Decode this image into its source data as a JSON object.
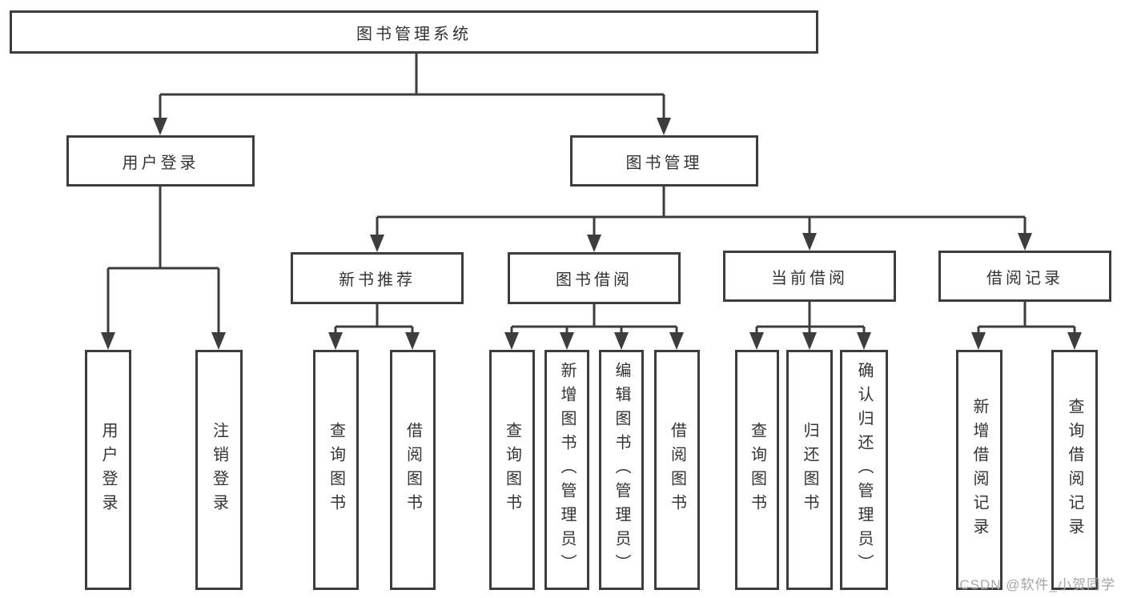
{
  "tree": {
    "root": {
      "label": "图书管理系统"
    },
    "branches": [
      {
        "label": "用户登录",
        "children": [
          {
            "label": "用户登录"
          },
          {
            "label": "注销登录"
          }
        ]
      },
      {
        "label": "图书管理",
        "groups": [
          {
            "label": "新书推荐",
            "children": [
              {
                "label": "查询图书"
              },
              {
                "label": "借阅图书"
              }
            ]
          },
          {
            "label": "图书借阅",
            "children": [
              {
                "label": "查询图书"
              },
              {
                "label": "新增图书（管理员）"
              },
              {
                "label": "编辑图书（管理员）"
              },
              {
                "label": "借阅图书"
              }
            ]
          },
          {
            "label": "当前借阅",
            "children": [
              {
                "label": "查询图书"
              },
              {
                "label": "归还图书"
              },
              {
                "label": "确认归还（管理员）"
              }
            ]
          },
          {
            "label": "借阅记录",
            "children": [
              {
                "label": "新增借阅记录"
              },
              {
                "label": "查询借阅记录"
              }
            ]
          }
        ]
      }
    ]
  },
  "watermark": {
    "text": "CSDN @软件_小贺同学"
  },
  "colors": {
    "line": "#3d3d3d",
    "text": "#333333",
    "watermark": "#a6a6a6",
    "background": "#ffffff"
  }
}
